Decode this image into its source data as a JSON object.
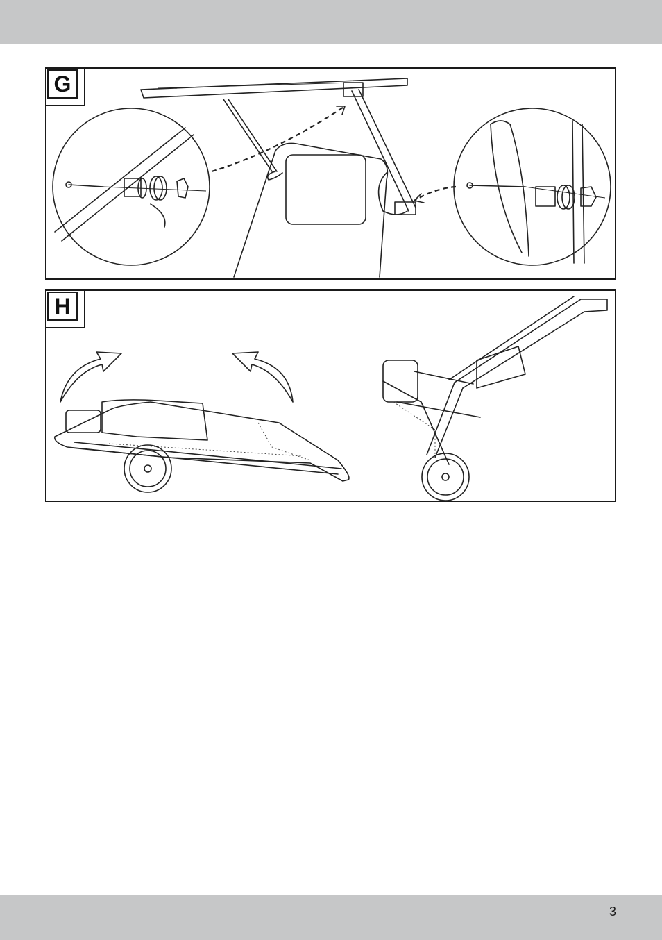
{
  "panels": [
    {
      "label": "G"
    },
    {
      "label": "H"
    }
  ],
  "footer": {
    "page_number": "3"
  },
  "colors": {
    "band": "#c6c7c8",
    "line": "#1a1a1a"
  }
}
